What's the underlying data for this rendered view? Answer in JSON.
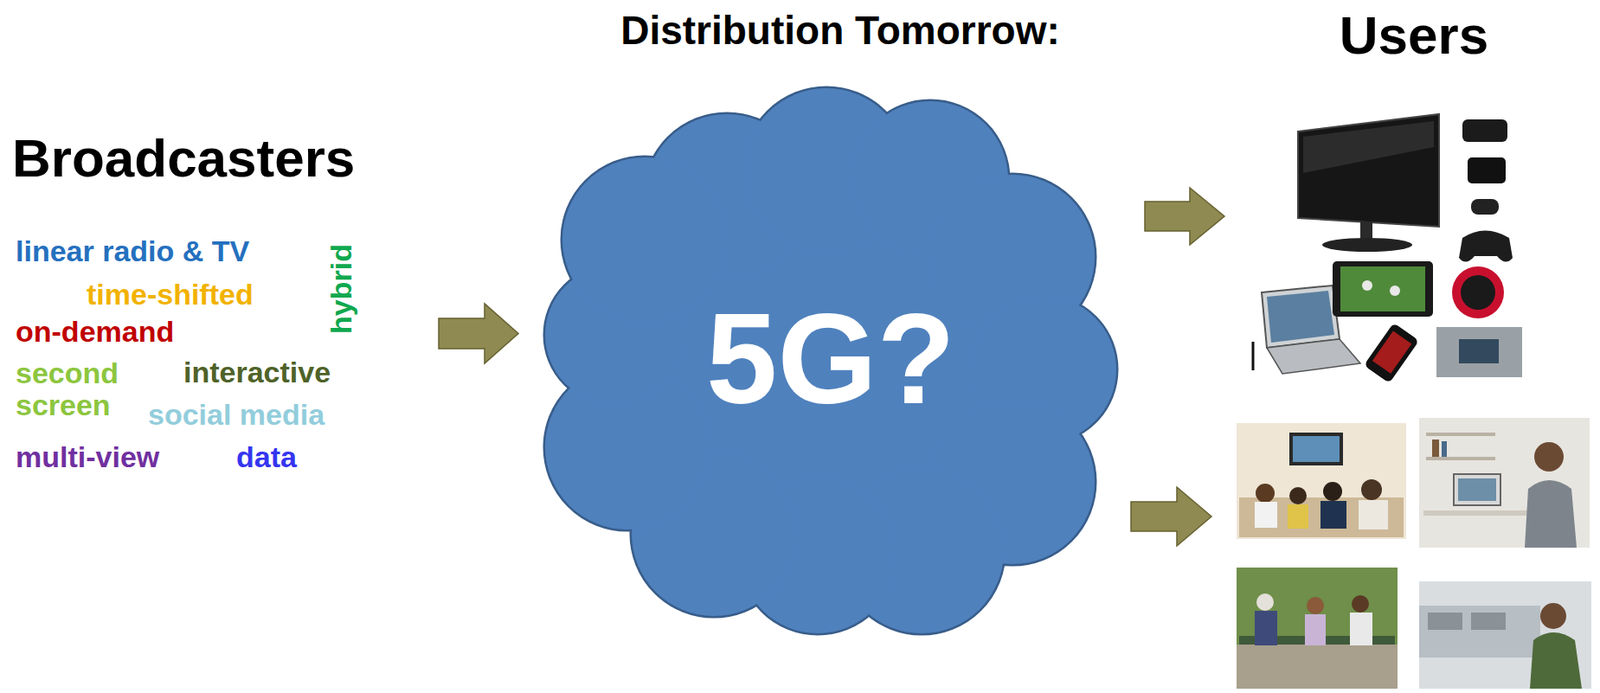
{
  "diagram": {
    "title": "Distribution Tomorrow:",
    "nodes": [
      {
        "text": [
          "5G?"
        ]
      }
    ],
    "labels": [
      "Broadcasters",
      "linear radio & TV",
      "time-shifted",
      "hybrid",
      "on-demand",
      "second screen",
      "interactive",
      "social media",
      "multi-view",
      "data",
      "Users"
    ]
  }
}
